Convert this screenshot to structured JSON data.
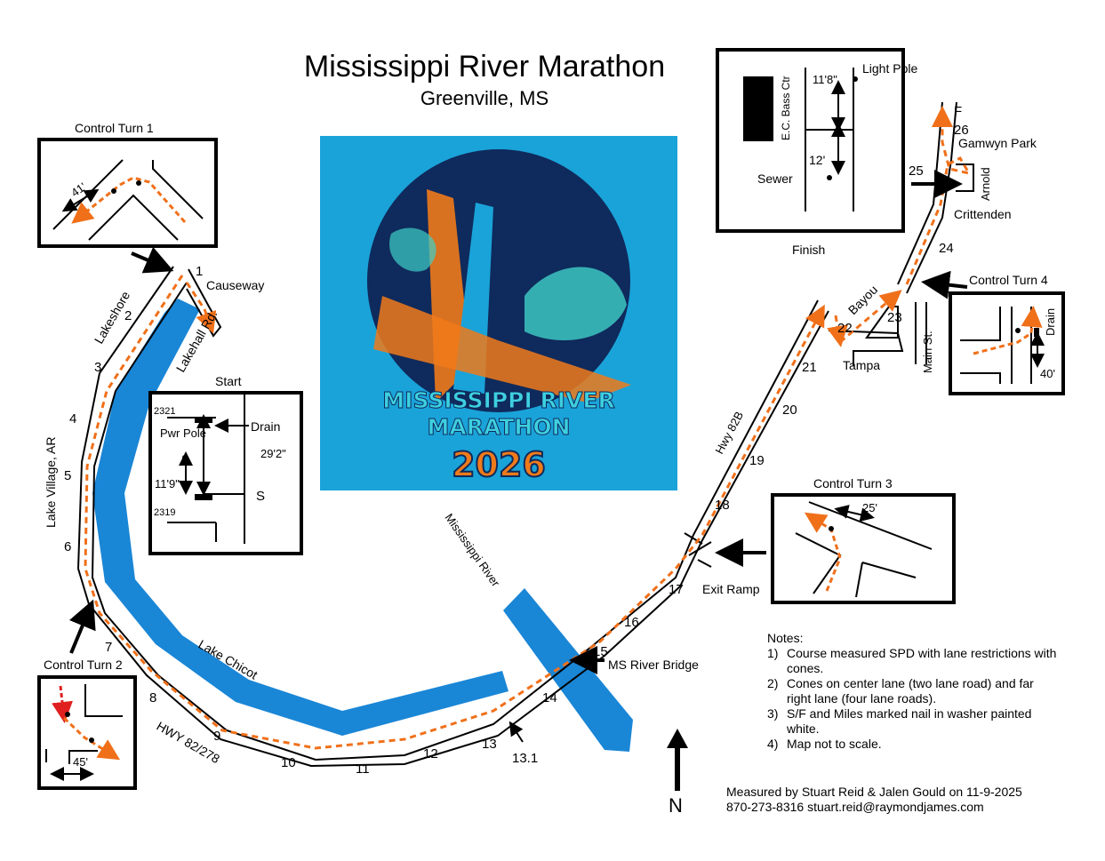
{
  "title": "Mississippi River Marathon",
  "subtitle": "Greenville, MS",
  "logo": {
    "line1": "MISSISSIPPI RIVER",
    "line2": "MARATHON",
    "year": "2026",
    "colors": {
      "sky": "#1aa3d9",
      "orange": "#f07a1a",
      "navy": "#0f2a5c"
    }
  },
  "colors": {
    "water": "#1a86d6",
    "route_arrows": "#f0701a",
    "control_arrow_red": "#e02020",
    "box_border": "#000000"
  },
  "roads": {
    "lakeshore": "Lakeshore",
    "lakehall": "Lakehall Rd.",
    "causeway": "Causeway",
    "lake_village": "Lake Village, AR",
    "hwy82_278": "HWY 82/278",
    "hwy82b": "Hwy 82B",
    "tampa": "Tampa",
    "bayou": "Bayou",
    "main_st": "Main St.",
    "arnold": "Arnold",
    "crittenden": "Crittenden",
    "gamwyn": "Gamwyn Park",
    "exit_ramp": "Exit Ramp",
    "bridge": "MS River Bridge"
  },
  "water_labels": {
    "lake": "Lake Chicot",
    "river": "Mississippi River"
  },
  "miles": [
    "1",
    "2",
    "3",
    "4",
    "5",
    "6",
    "7",
    "8",
    "9",
    "10",
    "11",
    "12",
    "13",
    "13.1",
    "14",
    "15",
    "16",
    "17",
    "18",
    "19",
    "20",
    "21",
    "22",
    "23",
    "24",
    "25",
    "26",
    "F"
  ],
  "control_turn_1": {
    "title": "Control Turn 1",
    "dist": "41'"
  },
  "control_turn_2": {
    "title": "Control Turn 2",
    "dist": "45'"
  },
  "control_turn_3": {
    "title": "Control Turn 3",
    "dist": "25'"
  },
  "control_turn_4": {
    "title": "Control Turn 4",
    "dist": "40'",
    "road": "Drain"
  },
  "start": {
    "title": "Start",
    "addr_top": "2321",
    "addr_bot": "2319",
    "pole": "Pwr Pole",
    "pole_dist": "11'9\"",
    "drain": "Drain",
    "drain_dist": "29'2\"",
    "marker": "S"
  },
  "finish": {
    "title": "Finish",
    "building": "E.C. Bass Ctr",
    "light_pole": "Light Pole",
    "light_dist": "11'8\"",
    "sewer": "Sewer",
    "sewer_dist": "12'"
  },
  "north": "N",
  "notes": {
    "heading": "Notes:",
    "items": [
      {
        "num": "1)",
        "text": "Course measured SPD with lane restrictions with cones."
      },
      {
        "num": "2)",
        "text": "Cones on center lane (two lane road) and far right lane (four lane roads)."
      },
      {
        "num": "3)",
        "text": "S/F and Miles marked nail in washer painted white."
      },
      {
        "num": "4)",
        "text": "Map not to scale."
      }
    ]
  },
  "credit": {
    "line1": "Measured by Stuart Reid & Jalen Gould on 11-9-2025",
    "line2": "870-273-8316 stuart.reid@raymondjames.com"
  }
}
